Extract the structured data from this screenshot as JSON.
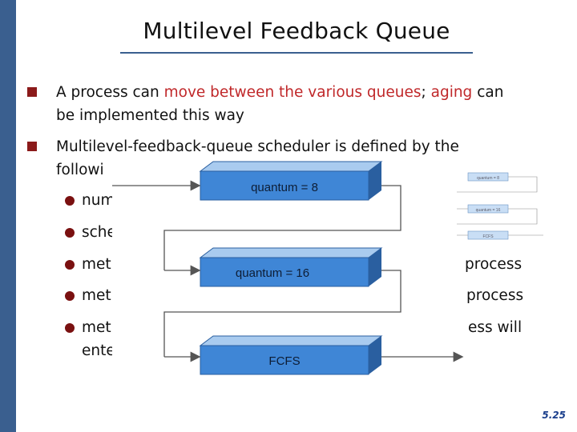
{
  "slide": {
    "title": "Multilevel Feedback Queue",
    "bullets": [
      {
        "parts": [
          {
            "text": "A process can ",
            "hl": false
          },
          {
            "text": "move between the various queues",
            "hl": true
          },
          {
            "text": "; ",
            "hl": false
          },
          {
            "text": "aging",
            "hl": true
          },
          {
            "text": " can",
            "hl": false
          }
        ],
        "line2": "be implemented this way"
      },
      {
        "line1": "Multilevel-feedback-queue scheduler is defined by the",
        "line2": "followi"
      }
    ],
    "sub_items": [
      "num",
      "sche",
      "met",
      "met",
      "met"
    ],
    "sub_item5_line2": "ente",
    "right_fragments": [
      "process",
      "process",
      "ess will"
    ],
    "page_number": "5.25"
  },
  "diagram": {
    "queues": [
      "quantum = 8",
      "quantum = 16",
      "FCFS"
    ],
    "mini_labels": [
      "quantum = 8",
      "quantum = 16",
      "FCFS"
    ],
    "colors": {
      "front": "#3f86d6",
      "top": "#a9cbef",
      "side": "#2a5fa0",
      "arrow": "#c24a3a",
      "line": "#555555"
    }
  }
}
